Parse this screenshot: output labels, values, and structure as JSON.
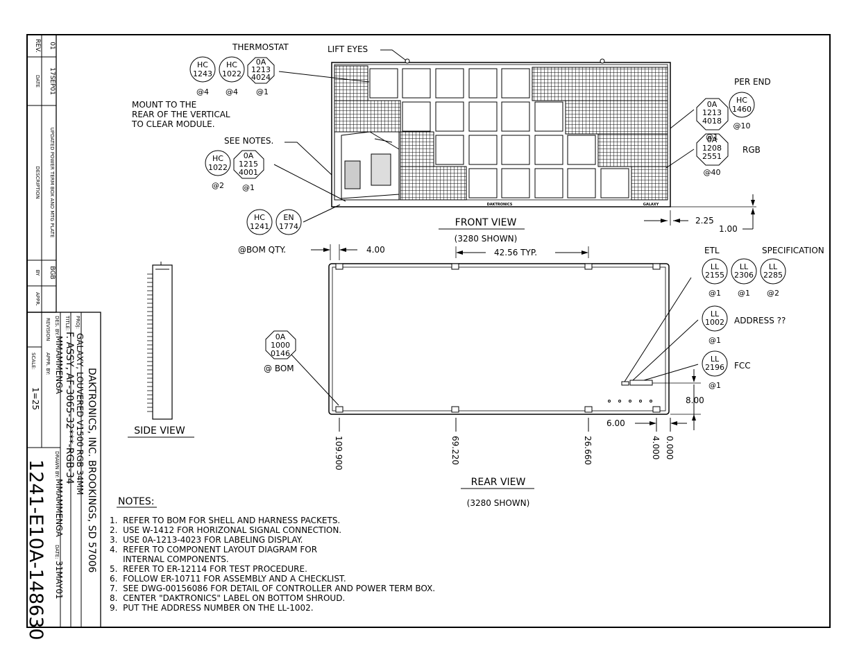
{
  "revision_block": {
    "headers": {
      "rev": "REV.",
      "date": "DATE",
      "description": "DESCRIPTION",
      "by": "BY",
      "appr": "APPR."
    },
    "row": {
      "rev": "01",
      "date": "17SEP01",
      "description": "UPDATED POWER TERM BOX AND MTG PLATE",
      "by": "BGB",
      "appr": ""
    }
  },
  "title_block": {
    "company": "DAKTRONICS, INC. BROOKINGS, SD 57006",
    "proj_label": "PROJ:",
    "proj": "GALAXY, LOUVERED V1500 RGB 34MM",
    "title_label": "TITLE:",
    "title": "F. ASSY, AF-3065-32***-RGB-34",
    "des_by_label": "DES. BY:",
    "des_by": "MMAMMENGA",
    "drawn_by_label": "DRAWN BY:",
    "drawn_by": "MMAMMENGA",
    "date_label": "DATE:",
    "date": "31MAY01",
    "revision_label": "REVISION",
    "appr_by_label": "APPR. BY:",
    "scale_label": "SCALE:",
    "scale": "1=25",
    "drawing_number": "1241-E10A-148630"
  },
  "front_view": {
    "title": "FRONT VIEW",
    "subtitle": "(3280 SHOWN)",
    "thermostat": "THERMOSTAT",
    "lift_eyes": "LIFT EYES",
    "mount_note": [
      "MOUNT TO THE",
      "REAR OF THE VERTICAL",
      "TO CLEAR MODULE."
    ],
    "see_notes": "SEE NOTES.",
    "per_end": "PER END",
    "rgb": "RGB",
    "bom_qty": "@BOM QTY.",
    "dim_400": "4.00",
    "dim_4256": "42.56 TYP.",
    "dim_225": "2.25",
    "dim_100": "1.00",
    "brand_left": "DAKTRONICS",
    "brand_right": "GALAXY"
  },
  "rear_view": {
    "title": "REAR VIEW",
    "subtitle": "(3280 SHOWN)",
    "etl": "ETL",
    "specification": "SPECIFICATION",
    "address": "ADDRESS ??",
    "fcc": "FCC",
    "bom": "@ BOM",
    "dim_800": "8.00",
    "dim_600": "6.00",
    "ords": [
      "109.900",
      "69.220",
      "26.660",
      "4.000",
      "0.000"
    ]
  },
  "side_view": {
    "title": "SIDE VIEW"
  },
  "balloons": {
    "hc1243": [
      "HC",
      "1243"
    ],
    "q1243": "@4",
    "hc1022a": [
      "HC",
      "1022"
    ],
    "q1022a": "@4",
    "oa4024": [
      "0A",
      "1213",
      "4024"
    ],
    "q4024": "@1",
    "oa4018": [
      "0A",
      "1213",
      "4018"
    ],
    "q4018": "@1",
    "hc1460": [
      "HC",
      "1460"
    ],
    "q1460": "@10",
    "oa2551": [
      "0A",
      "1208",
      "2551"
    ],
    "q2551": "@40",
    "hc1022b": [
      "HC",
      "1022"
    ],
    "q1022b": "@2",
    "oa4001": [
      "0A",
      "1215",
      "4001"
    ],
    "q4001": "@1",
    "hc1241": [
      "HC",
      "1241"
    ],
    "en1774": [
      "EN",
      "1774"
    ],
    "ll2155": [
      "LL",
      "2155"
    ],
    "q2155": "@1",
    "ll2306": [
      "LL",
      "2306"
    ],
    "q2306": "@1",
    "ll2285": [
      "LL",
      "2285"
    ],
    "q2285": "@2",
    "ll1002": [
      "LL",
      "1002"
    ],
    "q1002": "@1",
    "ll2196": [
      "LL",
      "2196"
    ],
    "q2196": "@1",
    "oa0146": [
      "0A",
      "1000",
      "0146"
    ]
  },
  "notes": {
    "heading": "NOTES:",
    "items": [
      "1.  REFER TO BOM FOR SHELL AND HARNESS PACKETS.",
      "2.  USE W-1412 FOR HORIZONAL SIGNAL CONNECTION.",
      "3.  USE 0A-1213-4023 FOR LABELING DISPLAY.",
      "4.  REFER TO COMPONENT LAYOUT DIAGRAM FOR",
      "     INTERNAL COMPONENTS.",
      "5.  REFER TO ER-12114 FOR TEST PROCEDURE.",
      "6.  FOLLOW ER-10711 FOR ASSEMBLY AND A CHECKLIST.",
      "7.  SEE DWG-00156086 FOR DETAIL OF CONTROLLER AND POWER TERM BOX.",
      "8.  CENTER \"DAKTRONICS\" LABEL ON BOTTOM SHROUD.",
      "9.  PUT THE ADDRESS NUMBER ON THE LL-1002."
    ]
  }
}
